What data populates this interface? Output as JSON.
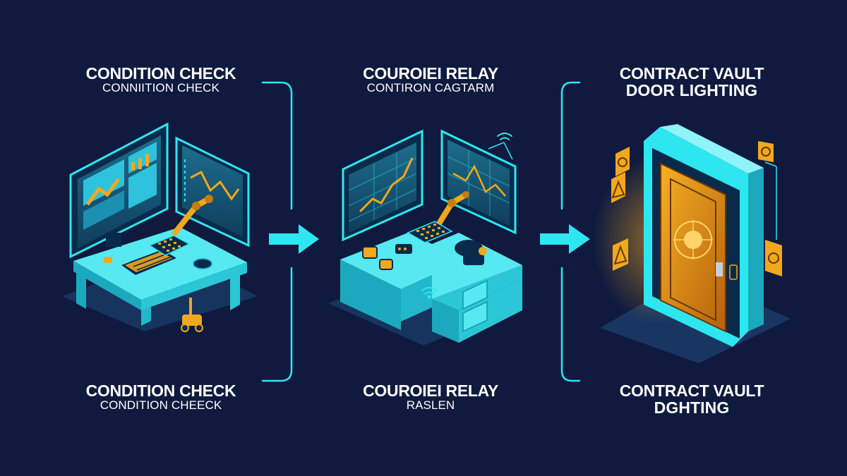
{
  "colors": {
    "background": "#0f1a3e",
    "accent_cyan": "#2ee6f0",
    "accent_gold": "#f0a91c",
    "text": "#ffffff"
  },
  "stages": [
    {
      "top_title": "CONDITION CHECK",
      "top_subtitle": "CONNIITION CHECK",
      "bottom_title": "CONDITION CHECK",
      "bottom_subtitle": "CONDITION CHEECK",
      "illustration": "workstation-with-robot-arm"
    },
    {
      "top_title": "COUROIEI RELAY",
      "top_subtitle": "CONTIRON CAGTARM",
      "bottom_title": "COUROIEI RELAY",
      "bottom_subtitle": "RASLEN",
      "illustration": "relay-desk-with-charts"
    },
    {
      "top_title": "CONTRACT VAULT",
      "top_subtitle": "DOOR LIGHTING",
      "bottom_title": "CONTRACT VAULT",
      "bottom_subtitle": "DGHTING",
      "illustration": "vault-door"
    }
  ],
  "icons": {
    "flow_arrow": "right-arrow-icon",
    "wifi": "wifi-icon",
    "lock": "lock-icon"
  }
}
